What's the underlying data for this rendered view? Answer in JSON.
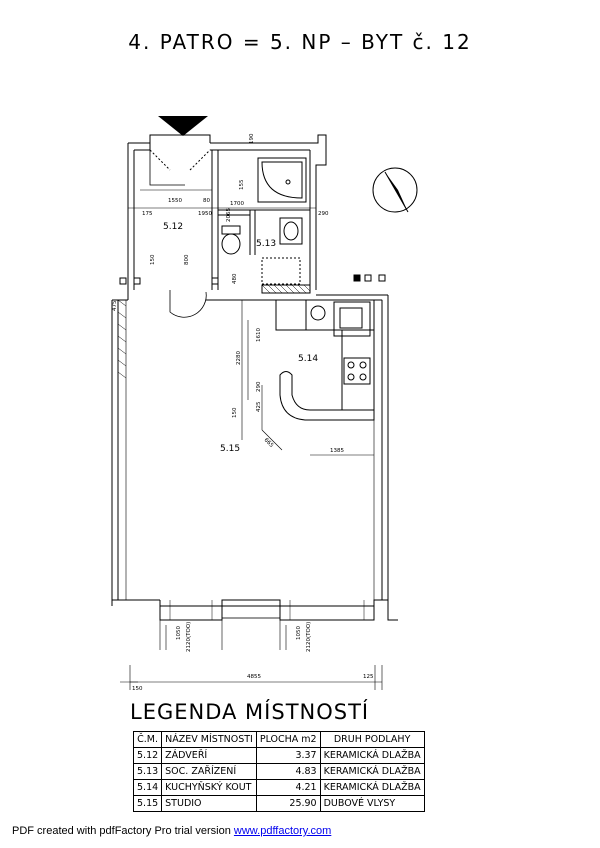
{
  "title": "4. PATRO = 5. NP – BYT č. 12",
  "rooms": {
    "r512": "5.12",
    "r513": "5.13",
    "r514": "5.14",
    "r515": "5.15"
  },
  "dimensions": {
    "d1550": "1550",
    "d1950": "1950",
    "d1700": "1700",
    "d190": "190",
    "d155": "155",
    "d80": "80",
    "d800": "800",
    "d175": "175",
    "d290": "290",
    "d150a": "150",
    "d475": "475",
    "d2280": "2280",
    "d1610": "1610",
    "d290b": "290",
    "d425": "425",
    "d150b": "150",
    "d665": "665",
    "d1385": "1385",
    "d2065": "2065",
    "d480": "480",
    "d1050a": "1050",
    "d2120a": "2120(TOO)",
    "d1050b": "1050",
    "d2120b": "2120(TOO)",
    "d4855": "4855",
    "d150c": "150",
    "d125": "125"
  },
  "legend": {
    "title": "LEGENDA MÍSTNOSTÍ",
    "headers": [
      "Č.M.",
      "NÁZEV MÍSTNOSTI",
      "PLOCHA m2",
      "DRUH PODLAHY"
    ],
    "rows": [
      [
        "5.12",
        "ZÁDVEŘÍ",
        "3.37",
        "KERAMICKÁ   DLAŽBA"
      ],
      [
        "5.13",
        "SOC. ZAŘÍZENÍ",
        "4.83",
        "KERAMICKÁ   DLAŽBA"
      ],
      [
        "5.14",
        "KUCHYŇSKÝ KOUT",
        "4.21",
        "KERAMICKÁ   DLAŽBA"
      ],
      [
        "5.15",
        "STUDIO",
        "25.90",
        "DUBOVÉ VLYSY"
      ]
    ]
  },
  "footer": {
    "prefix": "PDF created with pdfFactory Pro trial version ",
    "link": "www.pdffactory.com"
  }
}
